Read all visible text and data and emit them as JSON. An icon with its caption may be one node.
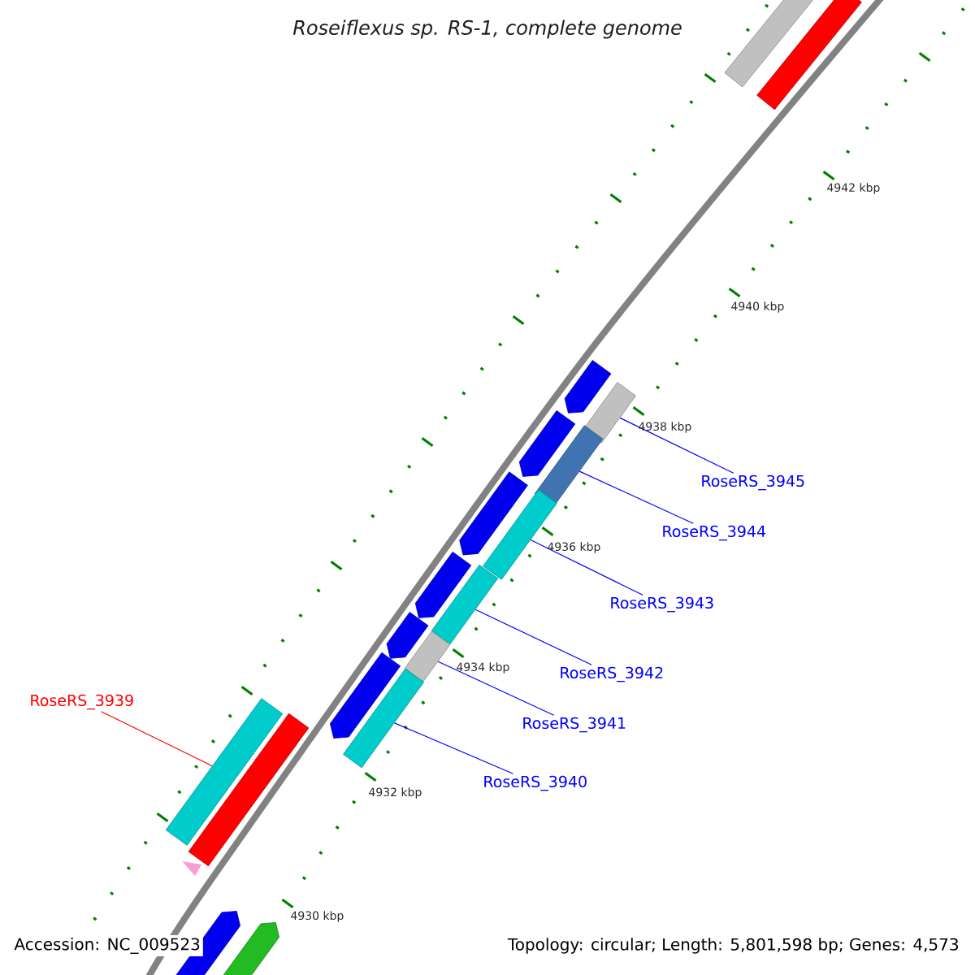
{
  "diagram": {
    "title": "*Roseiflexus sp. RS-1, complete genome*",
    "nodes": [
      {
        "text": [
          "RoseRS_3945"
        ]
      },
      {
        "text": [
          "RoseRS_3944"
        ]
      },
      {
        "text": [
          "RoseRS_3943"
        ]
      },
      {
        "text": [
          "RoseRS_3942"
        ]
      },
      {
        "text": [
          "RoseRS_3939"
        ]
      },
      {
        "text": [
          "RoseRS_3941"
        ]
      },
      {
        "text": [
          "RoseRS_3940"
        ]
      },
      {
        "text": [],
        "shape": "bar"
      },
      {
        "text": [],
        "shape": "bar"
      },
      {
        "text": [],
        "shape": "bar"
      },
      {
        "text": [],
        "shape": "bar"
      },
      {
        "text": [],
        "shape": "bar"
      },
      {
        "text": [],
        "shape": "bar"
      },
      {
        "text": [],
        "shape": "bar"
      },
      {
        "text": [],
        "shape": "bar"
      }
    ],
    "edges": [
      {
        "from": 0,
        "to": 7,
        "arrow": "none"
      },
      {
        "from": 1,
        "to": 8,
        "arrow": "none"
      },
      {
        "from": 2,
        "to": 9,
        "arrow": "none"
      },
      {
        "from": 3,
        "to": 10,
        "arrow": "none"
      },
      {
        "from": 4,
        "to": 13,
        "arrow": "none",
        "color": "#ff0000"
      },
      {
        "from": 5,
        "to": 11,
        "arrow": "none"
      },
      {
        "from": 6,
        "to": 12,
        "arrow": "none"
      }
    ],
    "labels": [
      "4942 kbp",
      "4940 kbp",
      "4938 kbp",
      "4936 kbp",
      "4934 kbp",
      "4932 kbp",
      "4930 kbp",
      "Accession: NC_009523",
      "Topology: circular; Length: 5,801,598 bp; Genes: 4,573"
    ]
  }
}
